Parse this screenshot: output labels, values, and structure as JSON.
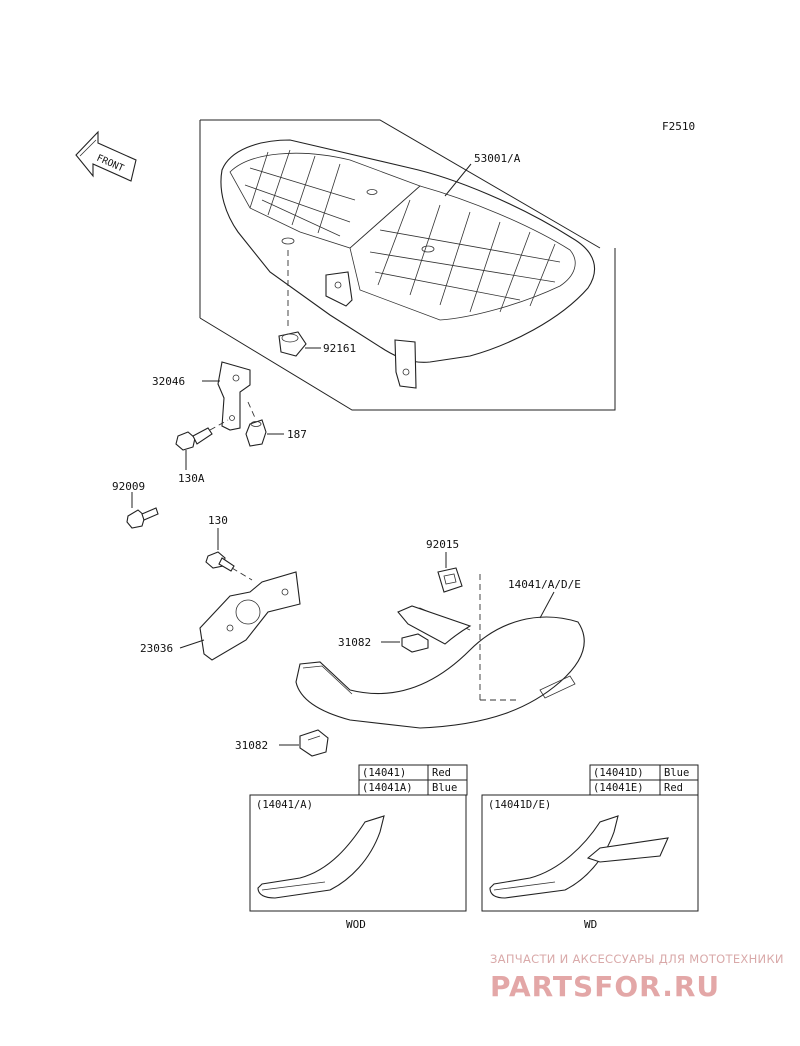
{
  "diagram_code": "F2510",
  "front_label": "FRONT",
  "parts": {
    "seat": "53001/A",
    "damper": "92161",
    "bracket": "32046",
    "nut": "187",
    "bolt_a": "130A",
    "screw": "92009",
    "bolt": "130",
    "plate": "23036",
    "clip": "92015",
    "cover": "14041/A/D/E",
    "cushion_1": "31082",
    "cushion_2": "31082"
  },
  "color_table_left": {
    "rows": [
      {
        "part": "(14041)",
        "color": "Red"
      },
      {
        "part": "(14041A)",
        "color": "Blue"
      }
    ]
  },
  "color_table_right": {
    "rows": [
      {
        "part": "(14041D)",
        "color": "Blue"
      },
      {
        "part": "(14041E)",
        "color": "Red"
      }
    ]
  },
  "inset_left": {
    "title": "(14041/A)",
    "caption": "WOD"
  },
  "inset_right": {
    "title": "(14041D/E)",
    "caption": "WD"
  },
  "watermark": {
    "tagline": "ЗАПЧАСТИ И АКСЕССУАРЫ ДЛЯ МОТОТЕХНИКИ",
    "brand": "PARTSFOR.RU"
  }
}
